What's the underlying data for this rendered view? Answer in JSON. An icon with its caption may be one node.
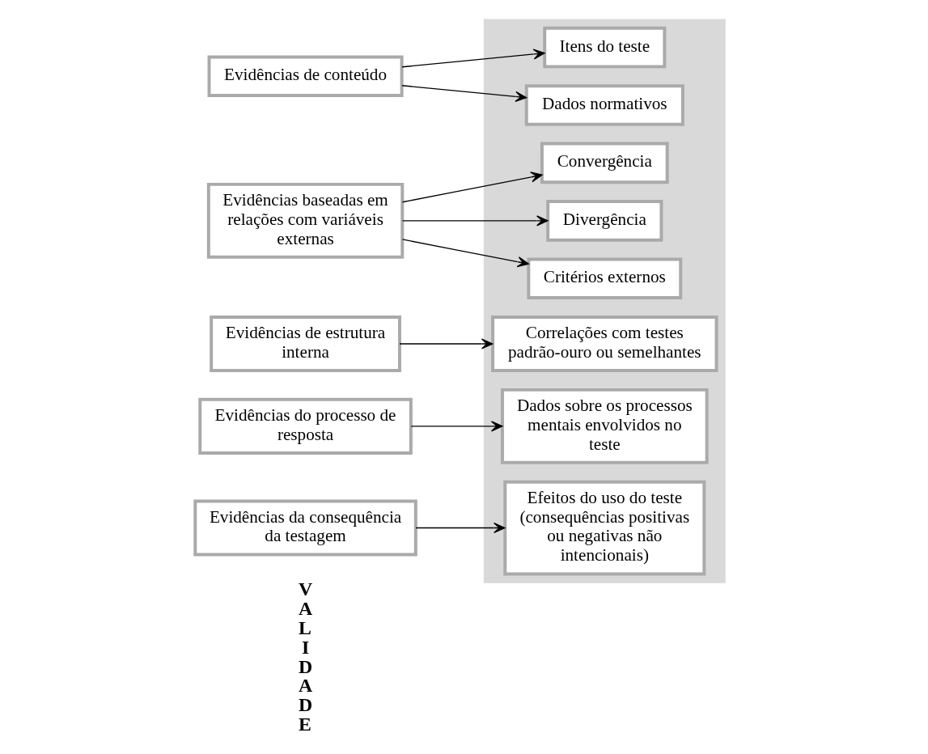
{
  "diagram": {
    "nodes": [
      {
        "text": [],
        "shape": "box"
      },
      {
        "text": [
          "Evidências de conteúdo"
        ]
      },
      {
        "text": [
          "Itens do teste"
        ],
        "in": 0
      },
      {
        "text": [
          "Dados normativos"
        ],
        "in": 0
      },
      {
        "text": [
          "Evidências baseadas em relações com variáveis externas"
        ]
      },
      {
        "text": [
          "Convergência"
        ],
        "in": 0
      },
      {
        "text": [
          "Divergência"
        ],
        "in": 0
      },
      {
        "text": [
          "Critérios externos"
        ],
        "in": 0
      },
      {
        "text": [
          "Evidências de estrutura interna"
        ]
      },
      {
        "text": [
          "Correlações com testes padrão-ouro ou semelhantes"
        ],
        "in": 0
      },
      {
        "text": [
          "Evidências do processo de resposta"
        ]
      },
      {
        "text": [
          "Dados sobre os processos mentais envolvidos no teste"
        ],
        "in": 0
      },
      {
        "text": [
          "Evidências da consequência da testagem"
        ]
      },
      {
        "text": [
          "Efeitos do uso do teste (consequências positivas ou negativas não intencionais)"
        ],
        "in": 0
      }
    ],
    "edges": [
      {
        "from": 1,
        "to": 2,
        "arrow": "to"
      },
      {
        "from": 1,
        "to": 3,
        "arrow": "to"
      },
      {
        "from": 4,
        "to": 5,
        "arrow": "to"
      },
      {
        "from": 4,
        "to": 6,
        "arrow": "to"
      },
      {
        "from": 4,
        "to": 7,
        "arrow": "to"
      },
      {
        "from": 8,
        "to": 9,
        "arrow": "to"
      },
      {
        "from": 10,
        "to": 11,
        "arrow": "to"
      },
      {
        "from": 12,
        "to": 13,
        "arrow": "to"
      }
    ],
    "labels": [
      "VALIDADE"
    ]
  }
}
